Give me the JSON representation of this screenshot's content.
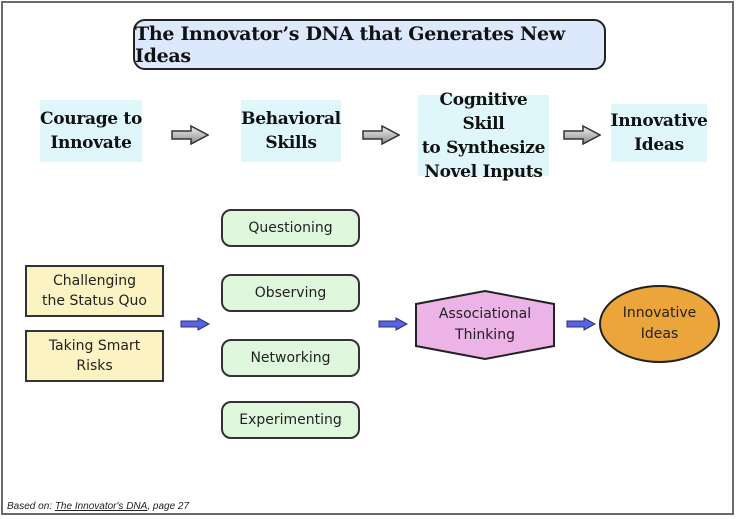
{
  "title": "The Innovator’s DNA that Generates New Ideas",
  "top_row": {
    "stages": [
      {
        "line1": "Courage to",
        "line2": "Innovate",
        "line3": ""
      },
      {
        "line1": "Behavioral",
        "line2": "Skills",
        "line3": ""
      },
      {
        "line1": "Cognitive Skill",
        "line2": "to Synthesize",
        "line3": "Novel Inputs"
      },
      {
        "line1": "Innovative",
        "line2": "Ideas",
        "line3": ""
      }
    ],
    "arrow_icon": "gray-right-arrow-icon"
  },
  "bottom_row": {
    "courage_items": [
      {
        "line1": "Challenging",
        "line2": "the Status Quo"
      },
      {
        "line1": "Taking Smart",
        "line2": "Risks"
      }
    ],
    "behaviors": [
      "Questioning",
      "Observing",
      "Networking",
      "Experimenting"
    ],
    "cognitive": {
      "line1": "Associational",
      "line2": "Thinking"
    },
    "result": {
      "line1": "Innovative",
      "line2": "Ideas"
    },
    "arrow_icon": "blue-right-arrow-icon"
  },
  "colors": {
    "title_bg": "#dce8fb",
    "stage_bg": "#dff6fb",
    "courage_bg": "#fbf3c1",
    "behavior_bg": "#dff7dc",
    "hex_bg": "#ebb3e6",
    "oval_bg": "#eba53a",
    "blue_arrow": "#5a63e0"
  },
  "footer": {
    "prefix": "Based on: ",
    "book": "The Innovator's DNA",
    "suffix": ", page 27"
  }
}
